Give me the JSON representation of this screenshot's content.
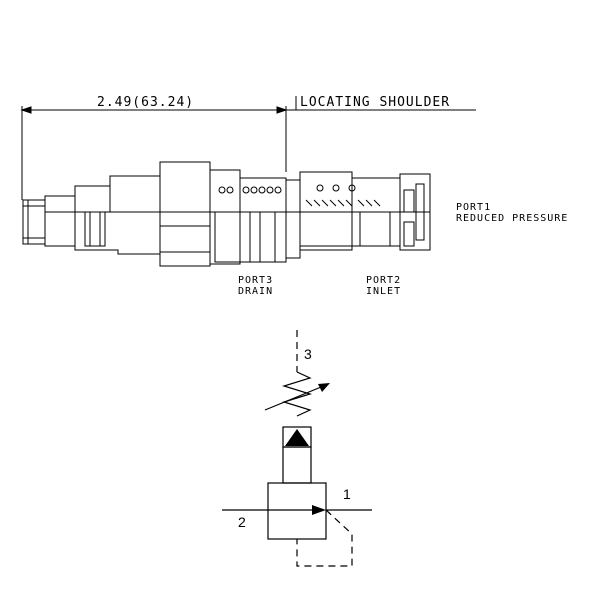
{
  "drawing": {
    "dimension_label": "2.49(63.24)",
    "shoulder_label": "LOCATING SHOULDER",
    "port1_line1": "PORT1",
    "port1_line2": "REDUCED PRESSURE",
    "port3_line1": "PORT3",
    "port3_line2": "DRAIN",
    "port2_line1": "PORT2",
    "port2_line2": "INLET"
  },
  "schematic": {
    "port3_number": "3",
    "port1_number": "1",
    "port2_number": "2"
  },
  "colors": {
    "line": "#000000",
    "background": "#ffffff"
  }
}
